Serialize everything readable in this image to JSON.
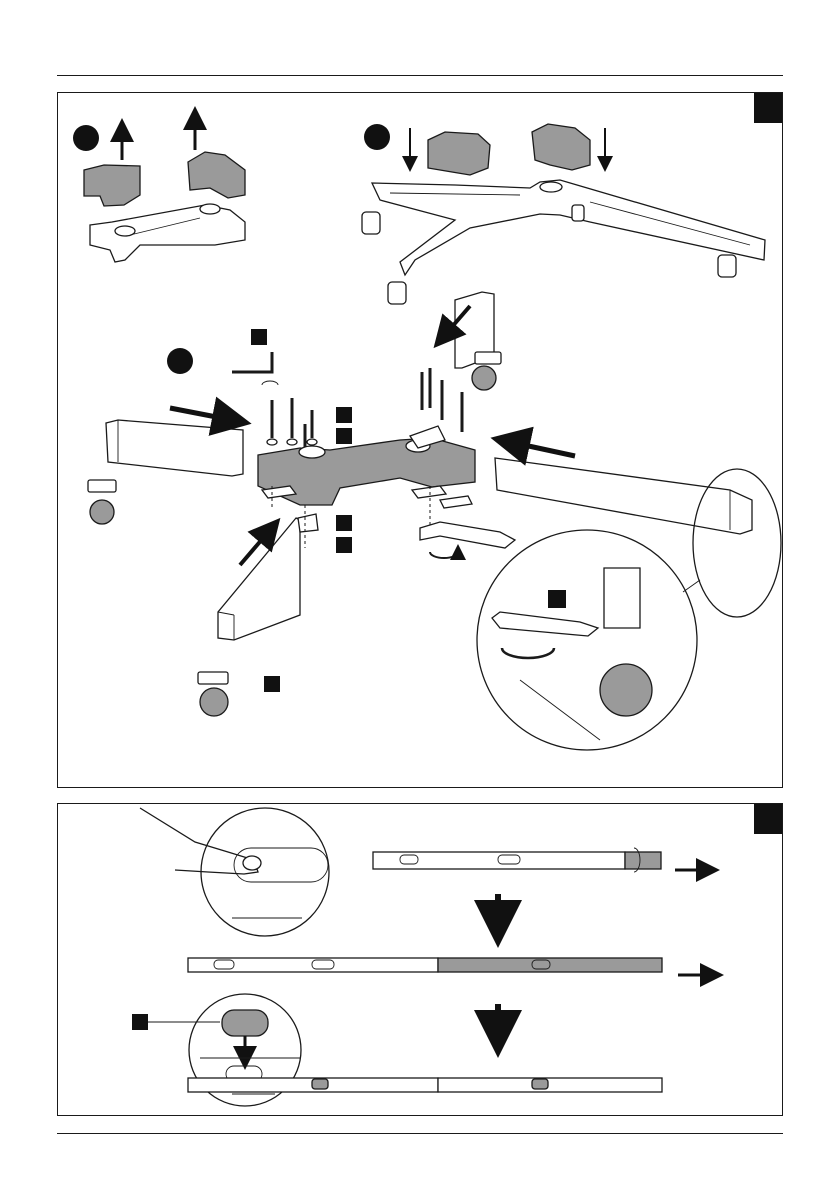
{
  "page": {
    "background": "#ffffff",
    "ink": "#1a1a1a",
    "tab_fill": "#111111",
    "shade_fill": "#9a9a9a"
  },
  "top_panel": {
    "steps": [
      "step-1-marker",
      "step-2-marker",
      "step-3-marker"
    ],
    "tools": [
      "hex-key-icon",
      "open-end-wrench-icon",
      "caster-wheel-icon"
    ]
  },
  "bottom_panel": {
    "steps": [
      "push-button-release",
      "slide-extension-out",
      "insert-end-cap"
    ],
    "tools": [
      "finger-press-icon",
      "end-cap-icon"
    ]
  }
}
